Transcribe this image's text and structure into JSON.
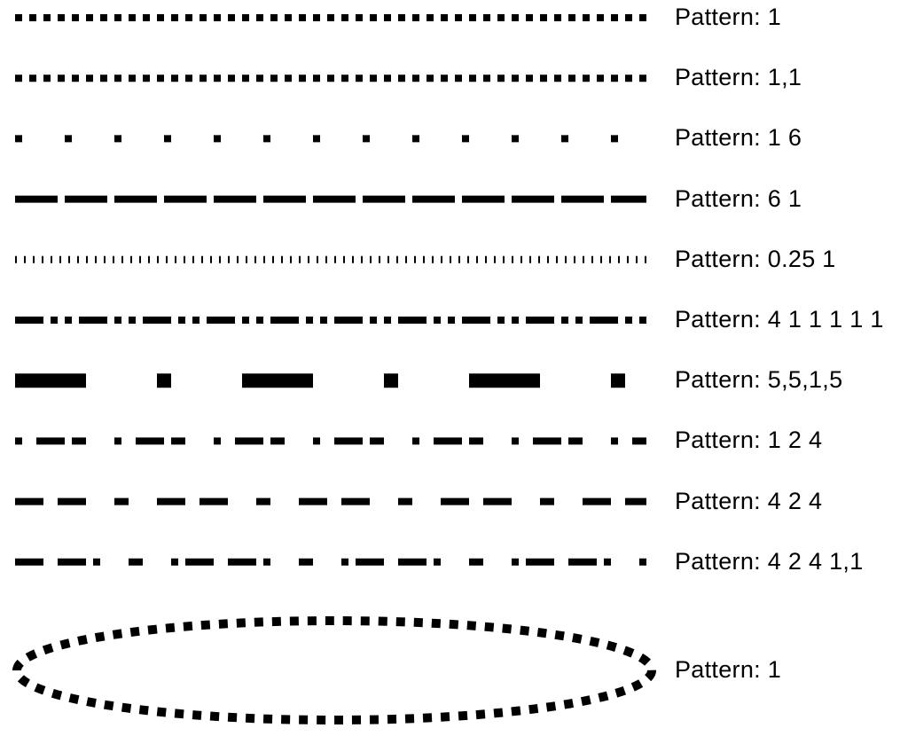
{
  "colors": {
    "ink": "#000000",
    "background": "#ffffff"
  },
  "lines": [
    {
      "label": "Pattern: 1",
      "dash_pattern": [
        1
      ],
      "thickness": 8
    },
    {
      "label": "Pattern: 1,1",
      "dash_pattern": [
        1,
        1
      ],
      "thickness": 8
    },
    {
      "label": "Pattern: 1 6",
      "dash_pattern": [
        1,
        6
      ],
      "thickness": 8
    },
    {
      "label": "Pattern: 6 1",
      "dash_pattern": [
        6,
        1
      ],
      "thickness": 8
    },
    {
      "label": "Pattern: 0.25 1",
      "dash_pattern": [
        0.25,
        1
      ],
      "thickness": 8
    },
    {
      "label": "Pattern: 4 1 1 1 1 1",
      "dash_pattern": [
        4,
        1,
        1,
        1,
        1,
        1
      ],
      "thickness": 8
    },
    {
      "label": "Pattern: 5,5,1,5",
      "dash_pattern": [
        5,
        5,
        1,
        5
      ],
      "thickness": 16
    },
    {
      "label": "Pattern: 1 2 4",
      "dash_pattern": [
        1,
        2,
        4
      ],
      "thickness": 8
    },
    {
      "label": "Pattern: 4 2 4",
      "dash_pattern": [
        4,
        2,
        4
      ],
      "thickness": 8
    },
    {
      "label": "Pattern: 4 2 4 1,1",
      "dash_pattern": [
        4,
        2,
        4,
        1,
        1
      ],
      "thickness": 8
    }
  ],
  "ellipse": {
    "label": "Pattern: 1",
    "dash_pattern": [
      1
    ],
    "thickness": 10
  }
}
